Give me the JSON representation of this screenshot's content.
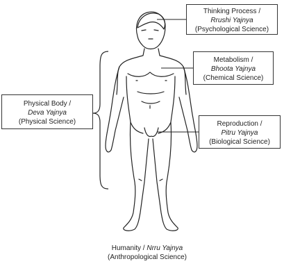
{
  "labels": {
    "thinking": {
      "line1": "Thinking Process /",
      "line2": "Rrushi Yajnya",
      "line3": "(Psychological Science)"
    },
    "metabolism": {
      "line1": "Metabolism /",
      "line2": "Bhoota Yajnya",
      "line3": "(Chemical Science)"
    },
    "physical": {
      "line1": "Physical Body /",
      "line2": "Deva Yajnya",
      "line3": "(Physical Science)"
    },
    "reproduction": {
      "line1": "Reproduction /",
      "line2": "Pitru Yajnya",
      "line3": "(Biological Science)"
    },
    "humanity": {
      "line1": "Humanity / Nrru Yajnya",
      "line2": "(Anthropological Science)"
    }
  },
  "colors": {
    "line": "#222222",
    "border": "#333333",
    "text": "#222222"
  }
}
